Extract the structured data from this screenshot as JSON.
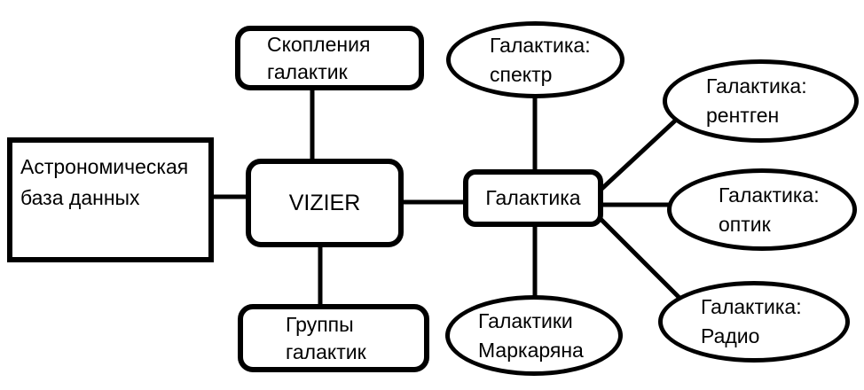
{
  "diagram": {
    "background_color": "#ffffff",
    "stroke_color": "#000000",
    "text_color": "#000000",
    "nodes": {
      "db": {
        "shape": "rectangle",
        "lines": [
          "Астрономическая",
          "база данных"
        ]
      },
      "clusters": {
        "shape": "rounded-rectangle",
        "lines": [
          "Скопления",
          "галактик"
        ]
      },
      "vizier": {
        "shape": "rounded-rectangle",
        "lines": [
          "VIZIER"
        ]
      },
      "groups": {
        "shape": "rounded-rectangle",
        "lines": [
          "Группы",
          "галактик"
        ]
      },
      "galaxy": {
        "shape": "rounded-rectangle",
        "lines": [
          "Галактика"
        ]
      },
      "spectrum": {
        "shape": "ellipse",
        "lines": [
          "Галактика:",
          "спектр"
        ]
      },
      "xray": {
        "shape": "ellipse",
        "lines": [
          "Галактика:",
          "рентген"
        ]
      },
      "optic": {
        "shape": "ellipse",
        "lines": [
          "Галактика:",
          "оптик"
        ]
      },
      "radio": {
        "shape": "ellipse",
        "lines": [
          "Галактика:",
          "Радио"
        ]
      },
      "markarian": {
        "shape": "ellipse",
        "lines": [
          "Галактики",
          "Маркаряна"
        ]
      }
    },
    "edges": [
      {
        "from": "db",
        "to": "vizier"
      },
      {
        "from": "clusters",
        "to": "vizier"
      },
      {
        "from": "vizier",
        "to": "groups"
      },
      {
        "from": "vizier",
        "to": "galaxy"
      },
      {
        "from": "spectrum",
        "to": "galaxy"
      },
      {
        "from": "galaxy",
        "to": "markarian"
      },
      {
        "from": "galaxy",
        "to": "xray"
      },
      {
        "from": "galaxy",
        "to": "optic"
      },
      {
        "from": "galaxy",
        "to": "radio"
      }
    ]
  }
}
